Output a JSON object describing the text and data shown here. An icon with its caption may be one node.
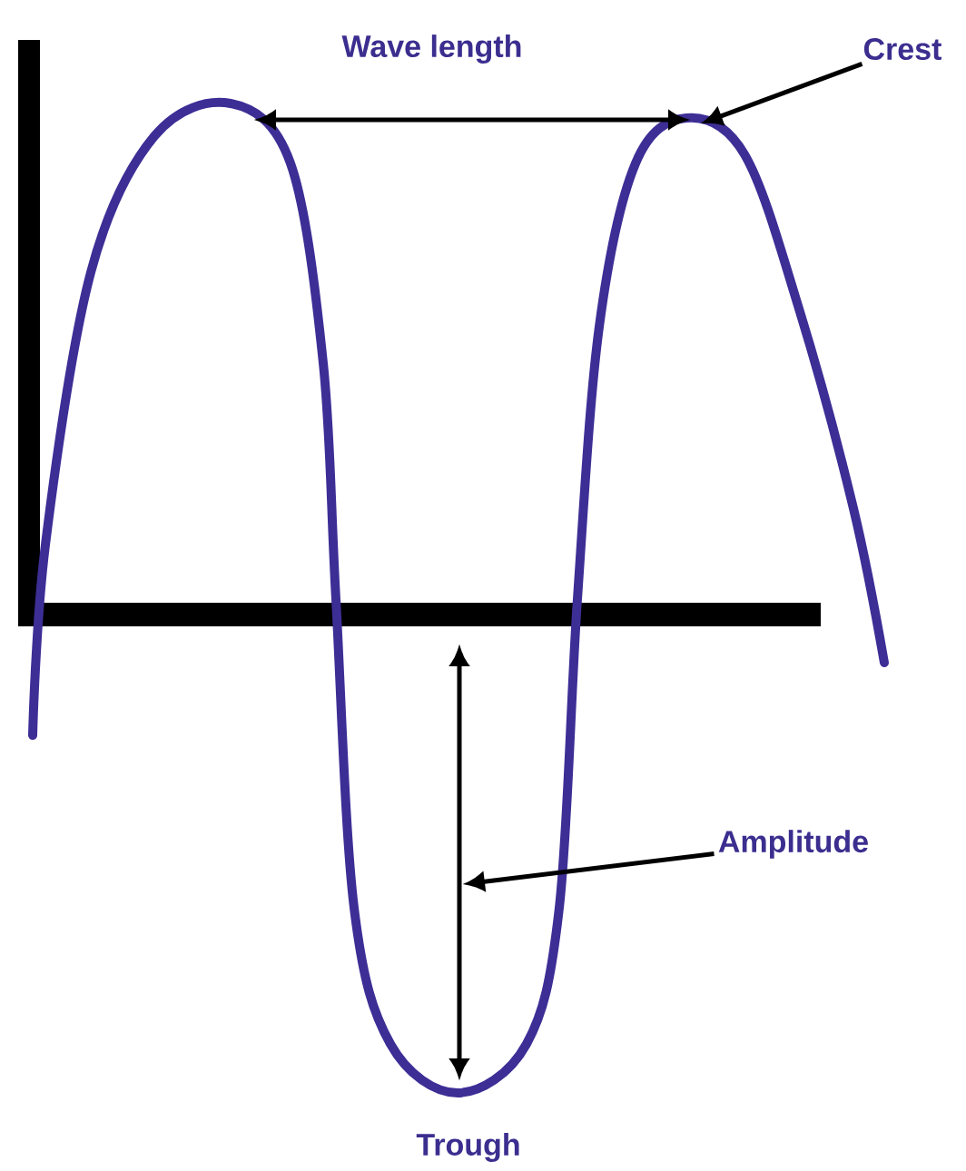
{
  "diagram": {
    "nodes": [
      {
        "text": [
          "Crest"
        ]
      },
      {
        "text": [
          "Amplitude"
        ]
      }
    ],
    "edges": [
      {
        "from": 0,
        "to": null,
        "arrow": "to"
      },
      {
        "from": 1,
        "to": null,
        "arrow": "to"
      }
    ],
    "labels": [
      "Wave length",
      "Trough"
    ]
  }
}
